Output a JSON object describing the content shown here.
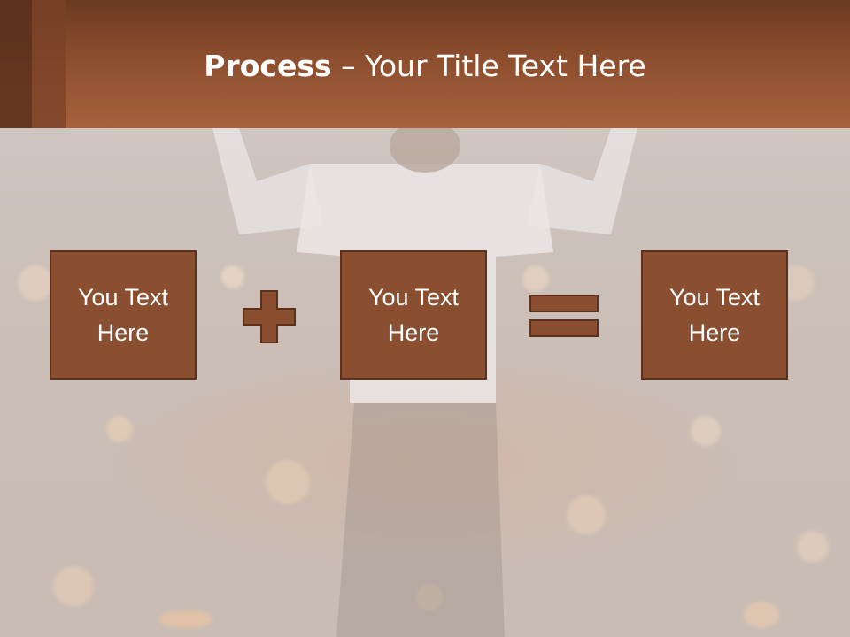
{
  "slide": {
    "title_bold": "Process",
    "title_rest": " – Your Title Text Here",
    "boxes": [
      {
        "text": "You Text Here"
      },
      {
        "text": "You Text Here"
      },
      {
        "text": "You Text Here"
      }
    ],
    "operators": [
      "plus-icon",
      "equals-icon"
    ],
    "colors": {
      "header": "#8c4e2e",
      "box_fill": "#8a4e30",
      "box_border": "#5c301b",
      "title_text": "#ffffff"
    }
  }
}
